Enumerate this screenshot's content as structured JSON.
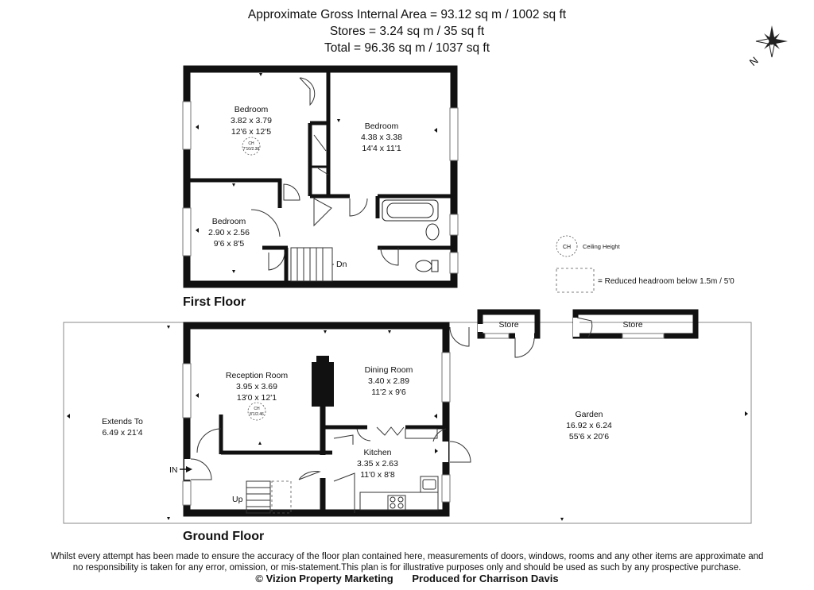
{
  "header": {
    "gross_area": "Approximate Gross Internal Area = 93.12 sq m / 1002 sq ft",
    "stores": "Stores = 3.24 sq m / 35 sq ft",
    "total": "Total = 96.36 sq m / 1037 sq ft"
  },
  "compass": {
    "label": "N"
  },
  "first_floor": {
    "title": "First Floor",
    "bedroom1": {
      "name": "Bedroom",
      "metric": "3.82 x 3.79",
      "imperial": "12'6 x 12'5",
      "ch_label": "CH",
      "ch_value": "7'10/2.38"
    },
    "bedroom2": {
      "name": "Bedroom",
      "metric": "4.38 x 3.38",
      "imperial": "14'4 x 11'1"
    },
    "bedroom3": {
      "name": "Bedroom",
      "metric": "2.90 x 2.56",
      "imperial": "9'6 x 8'5"
    },
    "stairs_label": "Dn"
  },
  "ground_floor": {
    "title": "Ground Floor",
    "reception": {
      "name": "Reception Room",
      "metric": "3.95 x 3.69",
      "imperial": "13'0 x 12'1",
      "ch_label": "CH",
      "ch_value": "8'1/2.46"
    },
    "dining": {
      "name": "Dining Room",
      "metric": "3.40 x 2.89",
      "imperial": "11'2 x 9'6"
    },
    "kitchen": {
      "name": "Kitchen",
      "metric": "3.35 x 2.63",
      "imperial": "11'0 x 8'8"
    },
    "extends": {
      "name": "Extends To",
      "metric": "6.49 x 21'4"
    },
    "garden": {
      "name": "Garden",
      "metric": "16.92 x 6.24",
      "imperial": "55'6 x 20'6"
    },
    "store1": "Store",
    "store2": "Store",
    "entrance_label": "IN",
    "stairs_label": "Up"
  },
  "legend": {
    "ch_symbol": "CH",
    "ceiling_height": "Ceiling Height",
    "reduced_headroom": "= Reduced headroom below 1.5m / 5'0"
  },
  "footer": {
    "disclaimer_line1": "Whilst every attempt has been made to ensure the accuracy of the floor plan contained here, measurements of doors, windows, rooms and any other items are approximate and",
    "disclaimer_line2": "no responsibility is taken for any error, omission, or mis-statement.This plan is for illustrative purposes only and should be used as such by any prospective purchase.",
    "copyright": "© Vizion Property Marketing",
    "produced_for": "Produced for Charrison Davis"
  }
}
